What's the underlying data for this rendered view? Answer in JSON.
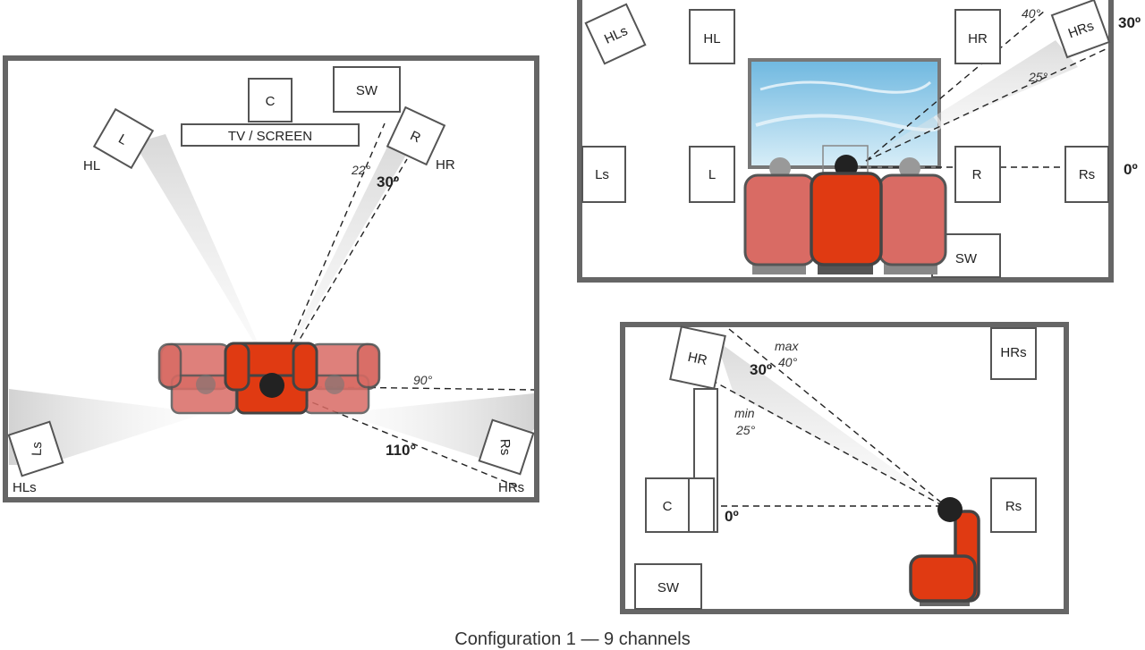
{
  "colors": {
    "room_border": "#666666",
    "seat_main": "#e03a12",
    "seat_side": "#d96b64",
    "listener_head": "#222222",
    "screen_sky_top": "#6fb8e0",
    "screen_sky_bottom": "#d8eef8"
  },
  "top_view": {
    "labels": {
      "sw": "SW",
      "c": "C",
      "screen": "TV / SCREEN",
      "l": "L",
      "r": "R",
      "hl": "HL",
      "hr": "HR",
      "ls": "Ls",
      "rs": "Rs",
      "hls": "HLs",
      "hrs": "HRs"
    },
    "angles": {
      "a22": "22°",
      "a30": "30º",
      "a90": "90°",
      "a110": "110°"
    }
  },
  "front_view": {
    "labels": {
      "hls": "HLs",
      "hl": "HL",
      "hr": "HR",
      "hrs": "HRs",
      "ls": "Ls",
      "l": "L",
      "r": "R",
      "rs": "Rs",
      "sw": "SW"
    },
    "angles": {
      "a40": "40°",
      "a25": "25°",
      "a30": "30º",
      "a0": "0º"
    }
  },
  "side_view": {
    "labels": {
      "hr": "HR",
      "hrs": "HRs",
      "c": "C",
      "rs": "Rs",
      "sw": "SW"
    },
    "angles": {
      "a30": "30º",
      "max": "max",
      "a40": "40°",
      "min": "min",
      "a25": "25°",
      "a0": "0º"
    }
  },
  "caption": "Configuration 1 — 9 channels"
}
